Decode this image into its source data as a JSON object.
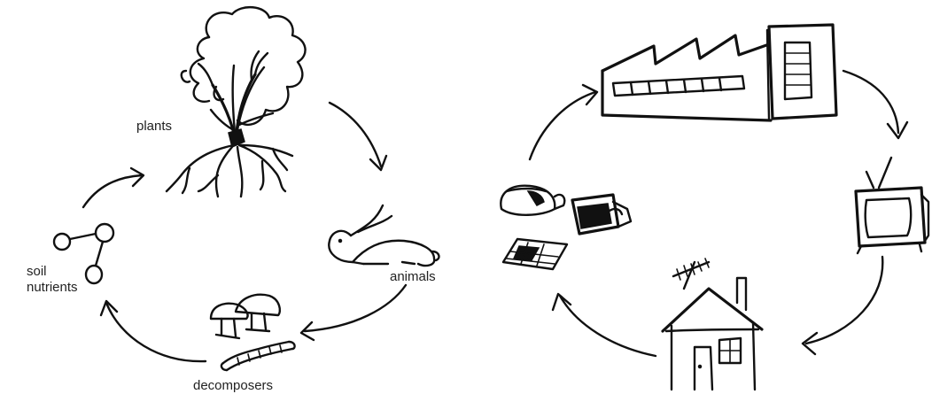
{
  "natural_cycle": {
    "labels": {
      "plants": "plants",
      "animals": "animals",
      "decomposers": "decomposers",
      "soil_nutrients_line1": "soil",
      "soil_nutrients_line2": "nutrients"
    }
  },
  "industrial_cycle": {
    "labels": {}
  }
}
